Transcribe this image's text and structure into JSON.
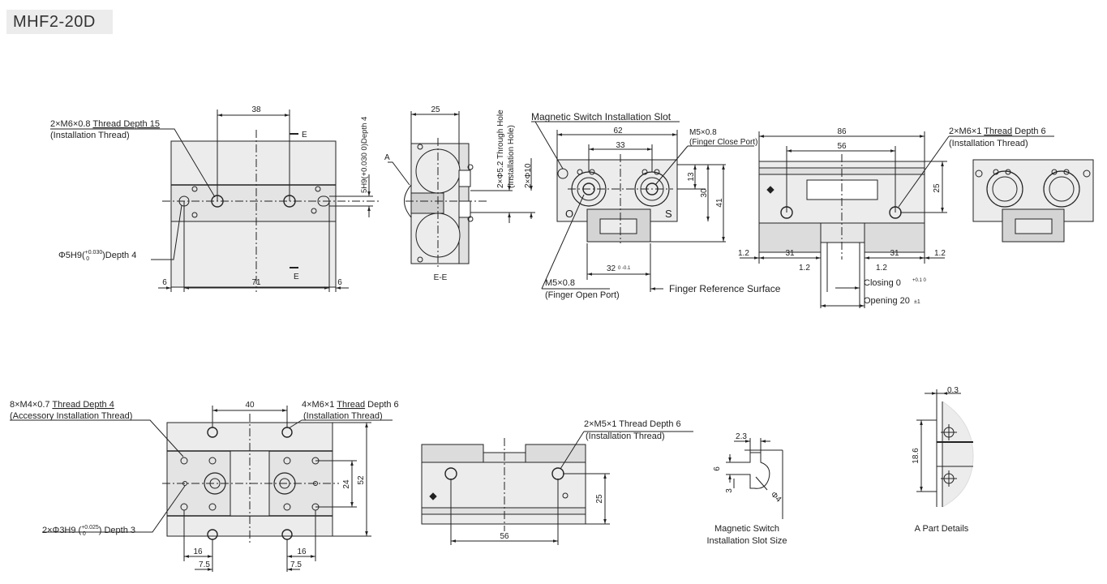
{
  "title": "MHF2-20D",
  "views": {
    "top": {
      "dims": {
        "d38": "38",
        "d71": "71",
        "d6l": "6",
        "d6r": "6",
        "e_top": "E",
        "e_bot": "E",
        "depth4": "5H9(+0.030 0)Depth 4"
      },
      "notes": {
        "thread_line1_a": "2×M6×0.8 ",
        "thread_line1_b": "Thread Depth 15",
        "thread_line2": "(Installation Thread)",
        "phi_a": "Φ5H9(",
        "phi_b": "+0.030",
        "phi_c": "0",
        "phi_d": ")Depth 4"
      }
    },
    "section": {
      "dims": {
        "d25": "25",
        "hole": "2×Φ5.2 Through Hole",
        "hole2": "(Installation Hole)",
        "phi10": "2×Φ10",
        "a": "A",
        "ee": "E-E"
      }
    },
    "front": {
      "labels": {
        "slot": "Magnetic Switch Installation Slot",
        "m5_close_a": "M5×0.8",
        "m5_close_b": "(Finger Close Port)",
        "m5_open_a": "M5×0.8",
        "m5_open_b": "(Finger Open Port)",
        "ref": "Finger Reference Surface",
        "o": "O",
        "s": "S"
      },
      "dims": {
        "d62": "62",
        "d33": "33",
        "d13": "13",
        "d30": "30",
        "d41": "41",
        "d32": "32",
        "d32tol": "0 -0.1"
      }
    },
    "side": {
      "labels": {
        "m6_a": "2×M6×1 ",
        "m6_b": "Thread",
        "m6_c": " Depth 6",
        "m6_d": "(Installation Thread)"
      },
      "dims": {
        "d86": "86",
        "d56": "56",
        "d25": "25",
        "d12a": "1.2",
        "d31a": "31",
        "d12b": "1.2",
        "d12c": "1.2",
        "d31b": "31",
        "d12d": "1.2",
        "closing": "Closing 0",
        "closing_tol": "+0.1 0",
        "opening": "Opening 20",
        "opening_tol": "±1"
      }
    },
    "bottom": {
      "labels": {
        "m4_a": "8×M4×0.7 ",
        "m4_b": "Thread Depth 4",
        "m4_c": "(Accessory Installation Thread)",
        "m6_a": "4×M6×1 ",
        "m6_b": "Thread",
        "m6_c": " Depth 6",
        "m6_d": "(Installation Thread)",
        "phi_a": "2×Φ3H9 (",
        "phi_b": "+0.025",
        "phi_c": "0",
        "phi_d": ") Depth 3"
      },
      "dims": {
        "d40": "40",
        "d24": "24",
        "d52": "52",
        "d16a": "16",
        "d75a": "7.5",
        "d16b": "16",
        "d75b": "7.5"
      }
    },
    "lower_side": {
      "labels": {
        "m5_a": "2×M5×1 Thread Depth 6",
        "m5_b": "(Installation Thread)"
      },
      "dims": {
        "d25": "25",
        "d56": "56"
      }
    },
    "slot_size": {
      "dims": {
        "d23": "2.3",
        "d6": "6",
        "d3": "3",
        "phi4": "Φ4"
      },
      "caption_a": "Magnetic Switch",
      "caption_b": "Installation Slot Size"
    },
    "part_a": {
      "dims": {
        "d03": "0.3",
        "d186": "18.6"
      },
      "caption": "A Part Details"
    }
  },
  "colors": {
    "line": "#222222",
    "fill": "#ececec",
    "fill_dark": "#d4d4d4",
    "title_bg": "#ececec"
  }
}
